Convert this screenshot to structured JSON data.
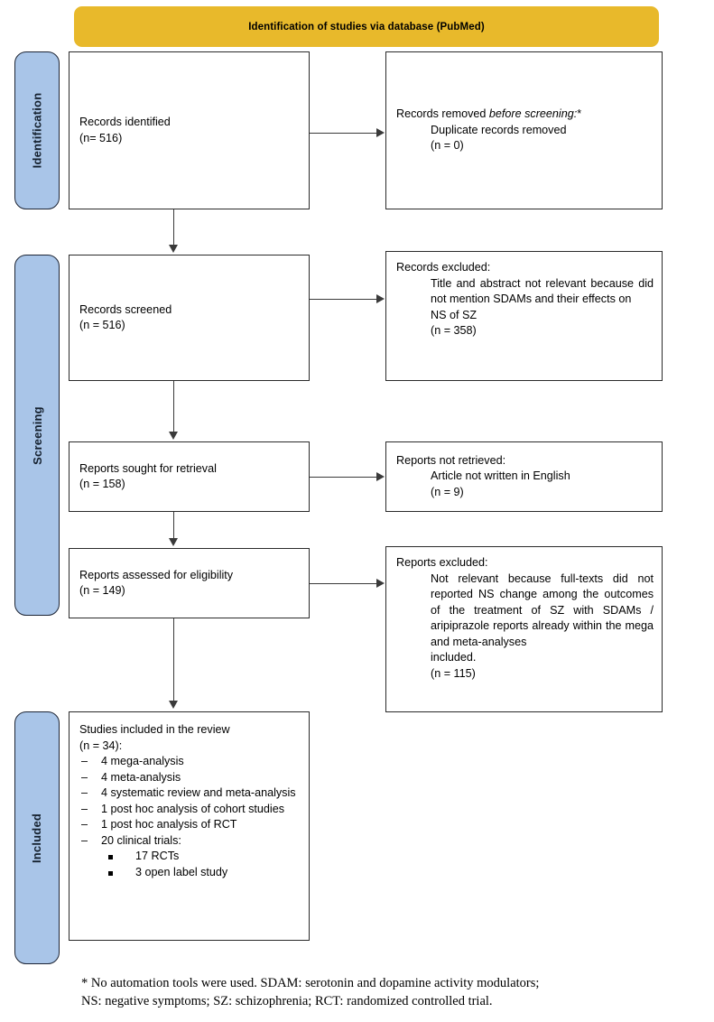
{
  "header": {
    "title": "Identification of studies via database (PubMed)",
    "color": "#E8B92B"
  },
  "stages": {
    "identification": "Identification",
    "screening": "Screening",
    "included": "Included",
    "tab_color": "#A9C5E8"
  },
  "boxes": {
    "records_identified": {
      "line1": "Records identified",
      "line2": "(n= 516)"
    },
    "records_removed": {
      "head_prefix": "Records removed ",
      "head_italic": "before screening:",
      "head_suffix": "*",
      "line1": "Duplicate records removed",
      "line2": "(n = 0)"
    },
    "records_screened": {
      "line1": "Records screened",
      "line2": "(n = 516)"
    },
    "records_excluded": {
      "head": "Records excluded:",
      "body": "Title and abstract not relevant because did not mention SDAMs and their effects on",
      "body_last": "NS of SZ",
      "count": "(n = 358)"
    },
    "reports_sought": {
      "line1": "Reports sought for retrieval",
      "line2": "(n = 158)"
    },
    "reports_not_retrieved": {
      "head": "Reports not retrieved:",
      "body": "Article not written in English",
      "count": "(n = 9)"
    },
    "reports_assessed": {
      "line1": "Reports assessed for eligibility",
      "line2": "(n = 149)"
    },
    "reports_excluded": {
      "head": "Reports excluded:",
      "body": "Not relevant because full-texts did not reported NS change among the outcomes of the treatment of SZ with SDAMs / aripiprazole reports already within the mega and meta-analyses",
      "body_last": "included.",
      "count": "(n = 115)"
    },
    "studies_included": {
      "line1": "Studies included in the review",
      "line2": "(n = 34):",
      "items": [
        "4 mega-analysis",
        "4 meta-analysis",
        "4 systematic review and meta-analysis",
        "1 post hoc analysis of cohort studies",
        "1 post hoc analysis of RCT",
        "20 clinical trials:"
      ],
      "subitems": [
        "17 RCTs",
        "3 open label study"
      ],
      "dash": "–"
    }
  },
  "footnote": {
    "line1": "* No automation tools were used. SDAM: serotonin and dopamine activity modulators;",
    "line2": "NS: negative symptoms; SZ: schizophrenia; RCT: randomized controlled trial."
  }
}
